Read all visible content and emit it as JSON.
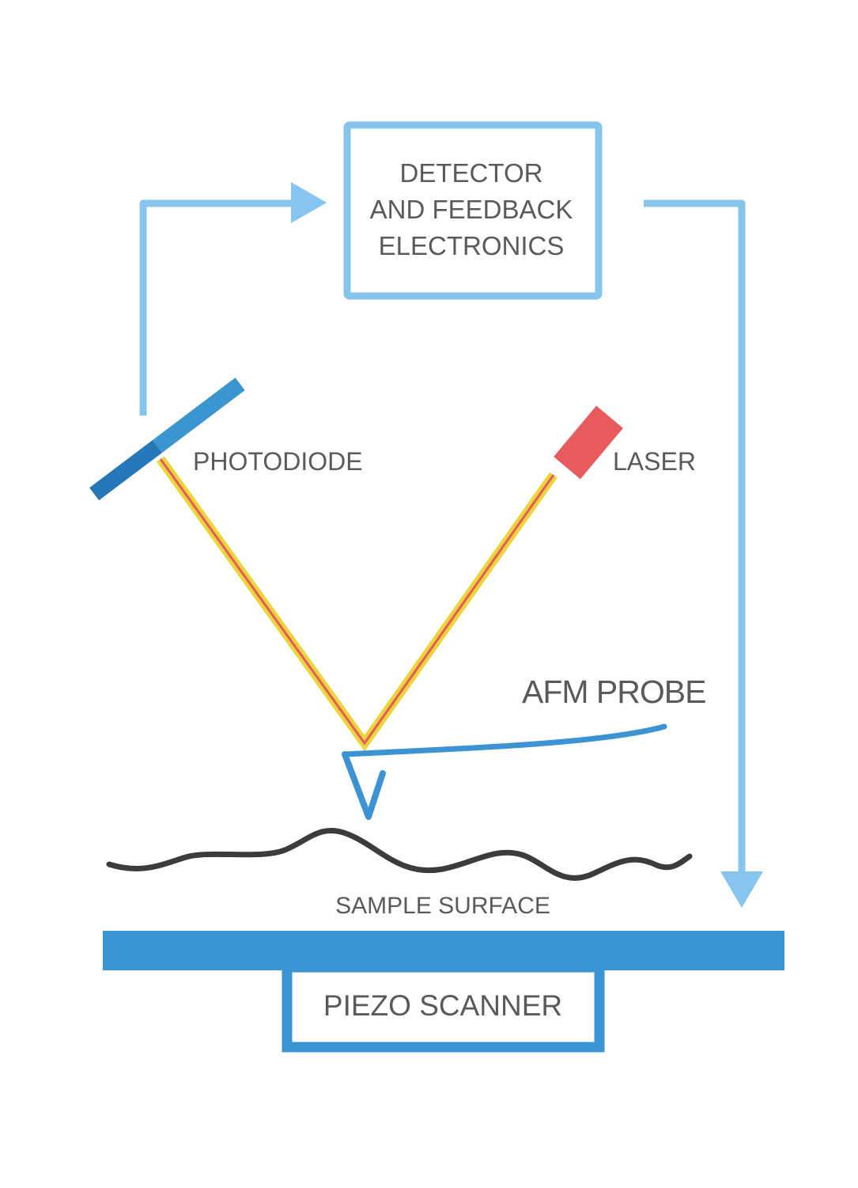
{
  "detector": {
    "line1": "DETECTOR",
    "line2": "AND FEEDBACK",
    "line3": "ELECTRONICS"
  },
  "labels": {
    "photodiode": "PHOTODIODE",
    "laser": "LASER",
    "afm_probe": "AFM PROBE",
    "sample_surface": "SAMPLE SURFACE",
    "piezo_scanner": "PIEZO SCANNER"
  },
  "colors": {
    "feedback_arrow": "#85c5ee",
    "photodiode": "#2e86c7",
    "laser": "#e85a5c",
    "beam_outer": "#ead53a",
    "beam_inner": "#e85a5c",
    "probe": "#3b93d3",
    "surface": "#3c3c3c",
    "stage": "#3a96d2",
    "text": "#5a5a5a"
  }
}
